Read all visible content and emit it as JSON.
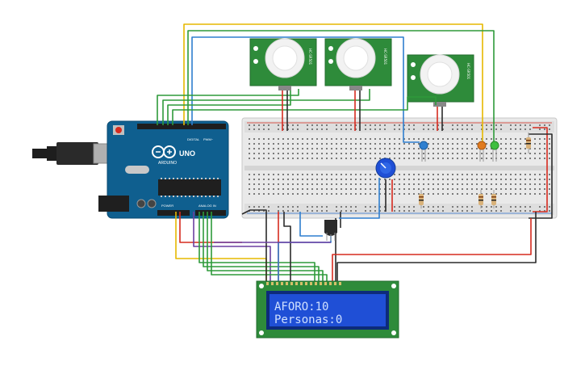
{
  "arduino": {
    "brand": "ARDUINO",
    "model": "UNO",
    "digital_label": "DIGITAL",
    "pwm_label": "PWM~",
    "analog_label": "ANALOG IN",
    "power_label": "POWER"
  },
  "pir_sensors": [
    {
      "label": "HC-SR501"
    },
    {
      "label": "HC-SR501"
    },
    {
      "label": "HC-SR501"
    }
  ],
  "lcd": {
    "line1": "AFORO:10",
    "line2": "Personas:0"
  },
  "colors": {
    "wire_red": "#d62b1f",
    "wire_black": "#2b2b2b",
    "wire_green": "#2e9a3a",
    "wire_yellow": "#e6b800",
    "wire_blue": "#2f7fcf",
    "wire_purple": "#6b3fa0",
    "wire_orange": "#e07b1f",
    "arduino_blue": "#0f5f8f",
    "pcb_green": "#2e8b3a",
    "lcd_screen": "#1f4fd6",
    "lcd_text": "#cfe0ff",
    "breadboard": "#e6e6e6"
  }
}
